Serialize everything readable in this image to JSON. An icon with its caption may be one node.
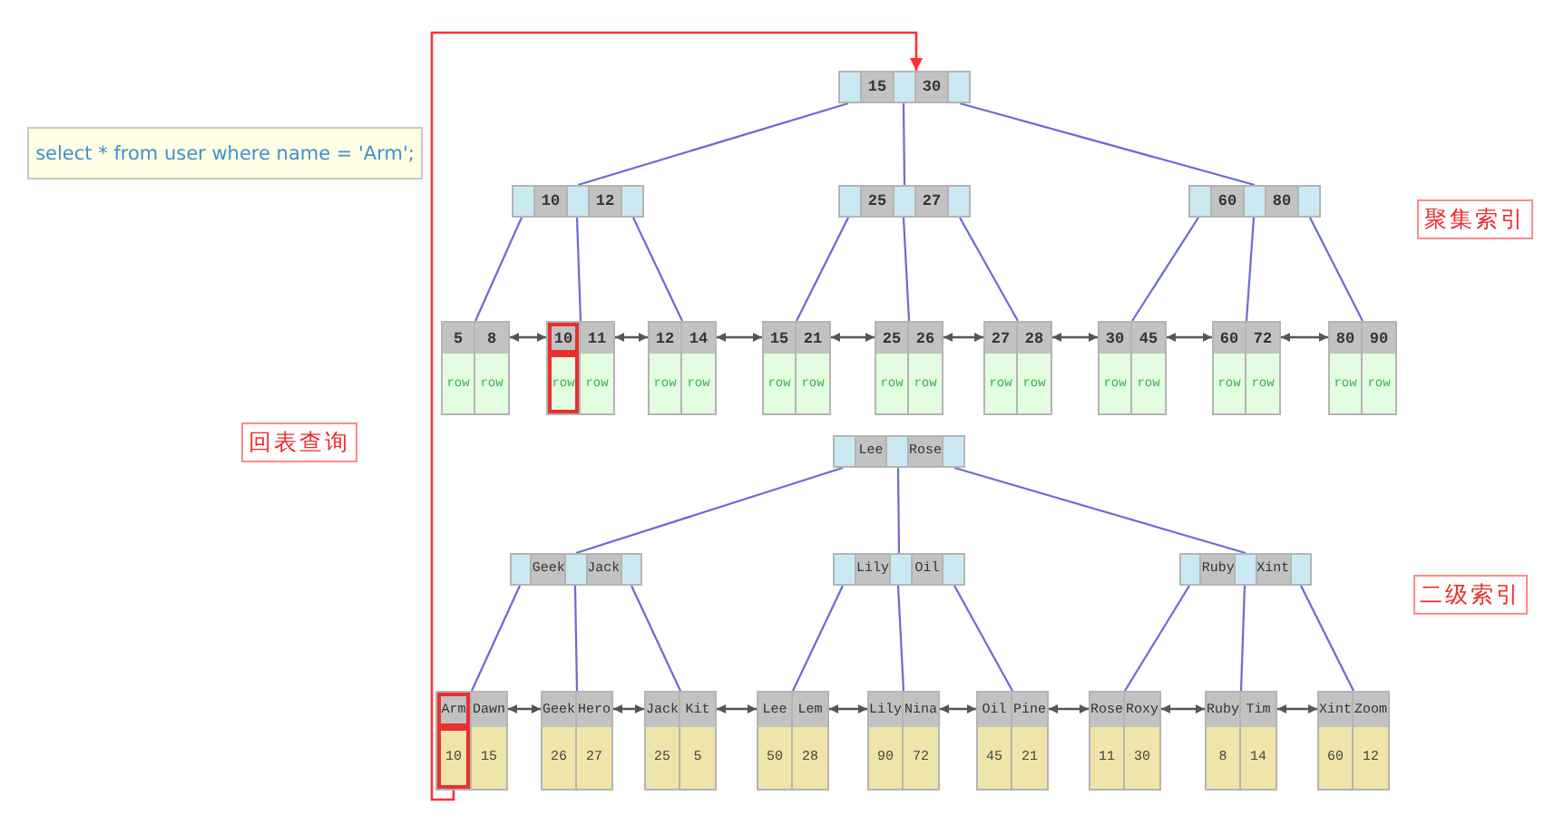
{
  "diagram": {
    "nodes": [
      {
        "text": [
          "15",
          "30"
        ]
      },
      {
        "text": [
          "10",
          "12"
        ]
      },
      {
        "text": [
          "25",
          "27"
        ]
      },
      {
        "text": [
          "60",
          "80"
        ]
      },
      {
        "text": [
          "5",
          "8",
          "row",
          "row"
        ]
      },
      {
        "text": [
          "10",
          "11",
          "row",
          "row"
        ]
      },
      {
        "text": [
          "12",
          "14",
          "row",
          "row"
        ]
      },
      {
        "text": [
          "15",
          "21",
          "row",
          "row"
        ]
      },
      {
        "text": [
          "25",
          "26",
          "row",
          "row"
        ]
      },
      {
        "text": [
          "27",
          "28",
          "row",
          "row"
        ]
      },
      {
        "text": [
          "30",
          "45",
          "row",
          "row"
        ]
      },
      {
        "text": [
          "60",
          "72",
          "row",
          "row"
        ]
      },
      {
        "text": [
          "80",
          "90",
          "row",
          "row"
        ]
      },
      {
        "text": [
          "Lee",
          "Rose"
        ]
      },
      {
        "text": [
          "Geek",
          "Jack"
        ]
      },
      {
        "text": [
          "Lily",
          "Oil"
        ]
      },
      {
        "text": [
          "Ruby",
          "Xint"
        ]
      },
      {
        "text": [
          "Arm",
          "Dawn",
          "10",
          "15"
        ]
      },
      {
        "text": [
          "Geek",
          "Hero",
          "26",
          "27"
        ]
      },
      {
        "text": [
          "Jack",
          "Kit",
          "25",
          "5"
        ]
      },
      {
        "text": [
          "Lee",
          "Lem",
          "50",
          "28"
        ]
      },
      {
        "text": [
          "Lily",
          "Nina",
          "90",
          "72"
        ]
      },
      {
        "text": [
          "Oil",
          "Pine",
          "45",
          "21"
        ]
      },
      {
        "text": [
          "Rose",
          "Roxy",
          "11",
          "30"
        ]
      },
      {
        "text": [
          "Ruby",
          "Tim",
          "8",
          "14"
        ]
      },
      {
        "text": [
          "Xint",
          "Zoom",
          "60",
          "12"
        ]
      },
      {
        "text": [
          "select * from user where name = 'Arm';"
        ]
      },
      {
        "text": [
          "聚集索引"
        ]
      },
      {
        "text": [
          "回表查询"
        ]
      },
      {
        "text": [
          "二级索引"
        ]
      }
    ],
    "edges": [
      {
        "from": 0,
        "to": 1,
        "arrow": "none"
      },
      {
        "from": 0,
        "to": 2,
        "arrow": "none"
      },
      {
        "from": 0,
        "to": 3,
        "arrow": "none"
      },
      {
        "from": 1,
        "to": 4,
        "arrow": "none"
      },
      {
        "from": 1,
        "to": 5,
        "arrow": "none"
      },
      {
        "from": 1,
        "to": 6,
        "arrow": "none"
      },
      {
        "from": 2,
        "to": 7,
        "arrow": "none"
      },
      {
        "from": 2,
        "to": 8,
        "arrow": "none"
      },
      {
        "from": 2,
        "to": 9,
        "arrow": "none"
      },
      {
        "from": 3,
        "to": 10,
        "arrow": "none"
      },
      {
        "from": 3,
        "to": 11,
        "arrow": "none"
      },
      {
        "from": 3,
        "to": 12,
        "arrow": "none"
      },
      {
        "from": 4,
        "to": 5,
        "arrow": "both",
        "color": "#555555"
      },
      {
        "from": 5,
        "to": 6,
        "arrow": "both",
        "color": "#555555"
      },
      {
        "from": 6,
        "to": 7,
        "arrow": "both",
        "color": "#555555"
      },
      {
        "from": 7,
        "to": 8,
        "arrow": "both",
        "color": "#555555"
      },
      {
        "from": 8,
        "to": 9,
        "arrow": "both",
        "color": "#555555"
      },
      {
        "from": 9,
        "to": 10,
        "arrow": "both",
        "color": "#555555"
      },
      {
        "from": 10,
        "to": 11,
        "arrow": "both",
        "color": "#555555"
      },
      {
        "from": 11,
        "to": 12,
        "arrow": "both",
        "color": "#555555"
      },
      {
        "from": 13,
        "to": 14,
        "arrow": "none"
      },
      {
        "from": 13,
        "to": 15,
        "arrow": "none"
      },
      {
        "from": 13,
        "to": 16,
        "arrow": "none"
      },
      {
        "from": 14,
        "to": 17,
        "arrow": "none"
      },
      {
        "from": 14,
        "to": 18,
        "arrow": "none"
      },
      {
        "from": 14,
        "to": 19,
        "arrow": "none"
      },
      {
        "from": 15,
        "to": 20,
        "arrow": "none"
      },
      {
        "from": 15,
        "to": 21,
        "arrow": "none"
      },
      {
        "from": 15,
        "to": 22,
        "arrow": "none"
      },
      {
        "from": 16,
        "to": 23,
        "arrow": "none"
      },
      {
        "from": 16,
        "to": 24,
        "arrow": "none"
      },
      {
        "from": 16,
        "to": 25,
        "arrow": "none"
      },
      {
        "from": 17,
        "to": 18,
        "arrow": "both",
        "color": "#555555"
      },
      {
        "from": 18,
        "to": 19,
        "arrow": "both",
        "color": "#555555"
      },
      {
        "from": 19,
        "to": 20,
        "arrow": "both",
        "color": "#555555"
      },
      {
        "from": 20,
        "to": 21,
        "arrow": "both",
        "color": "#555555"
      },
      {
        "from": 21,
        "to": 22,
        "arrow": "both",
        "color": "#555555"
      },
      {
        "from": 22,
        "to": 23,
        "arrow": "both",
        "color": "#555555"
      },
      {
        "from": 23,
        "to": 24,
        "arrow": "both",
        "color": "#555555"
      },
      {
        "from": 24,
        "to": 25,
        "arrow": "both",
        "color": "#555555"
      },
      {
        "from": 17,
        "to": 0,
        "arrow": "to",
        "color": "#ff3030"
      }
    ]
  }
}
